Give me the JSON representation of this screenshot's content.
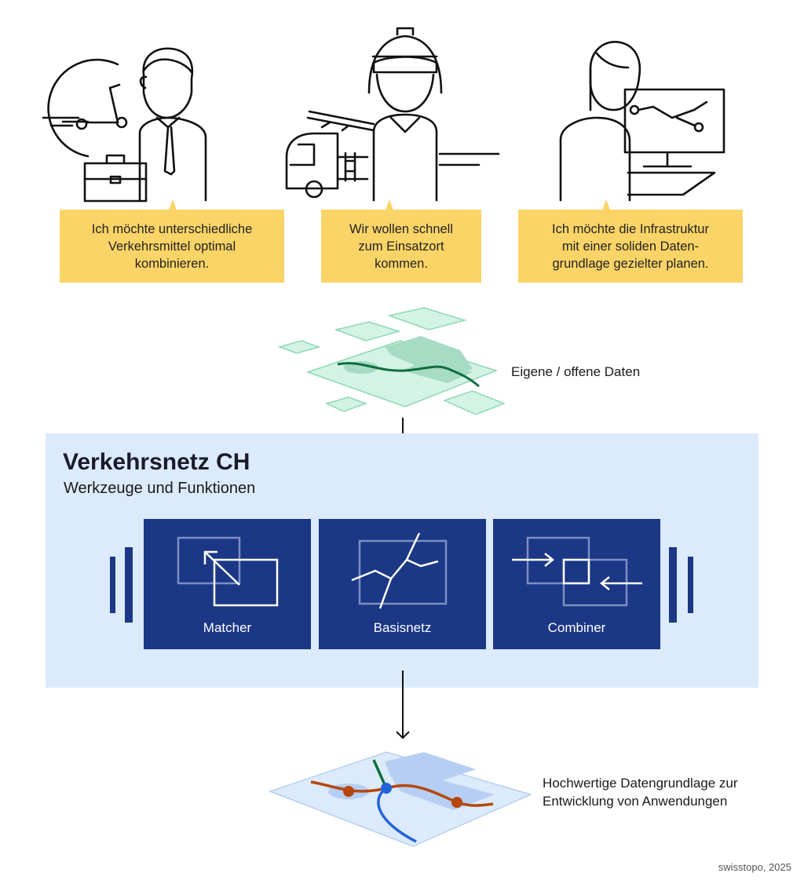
{
  "personas": [
    {
      "quote_lines": [
        "Ich möchte unterschiedliche",
        "Verkehrsmittel optimal",
        "kombinieren."
      ]
    },
    {
      "quote_lines": [
        "Wir wollen schnell",
        "zum Einsatzort",
        "kommen."
      ]
    },
    {
      "quote_lines": [
        "Ich möchte die Infrastruktur",
        "mit einer soliden Daten-",
        "grundlage gezielter planen."
      ]
    }
  ],
  "input_label": "Eigene / offene Daten",
  "panel": {
    "title": "Verkehrsnetz CH",
    "subtitle": "Werkzeuge und Funktionen",
    "tools": [
      "Matcher",
      "Basisnetz",
      "Combiner"
    ]
  },
  "output_label_lines": [
    "Hochwertige Datengrundlage zur",
    "Entwicklung von Anwendungen"
  ],
  "credit": "swisstopo, 2025",
  "colors": {
    "quote_bg": "#FBD467",
    "panel_bg": "#DCEBFB",
    "tool_bg": "#1B3785",
    "input_map_fill": "#D3F3E4",
    "input_map_stroke": "#8FD8B6",
    "input_route": "#0E6E3E",
    "output_map_fill": "#DCEBFB",
    "output_route_main": "#B5470E",
    "output_route_blue": "#2563D9"
  }
}
